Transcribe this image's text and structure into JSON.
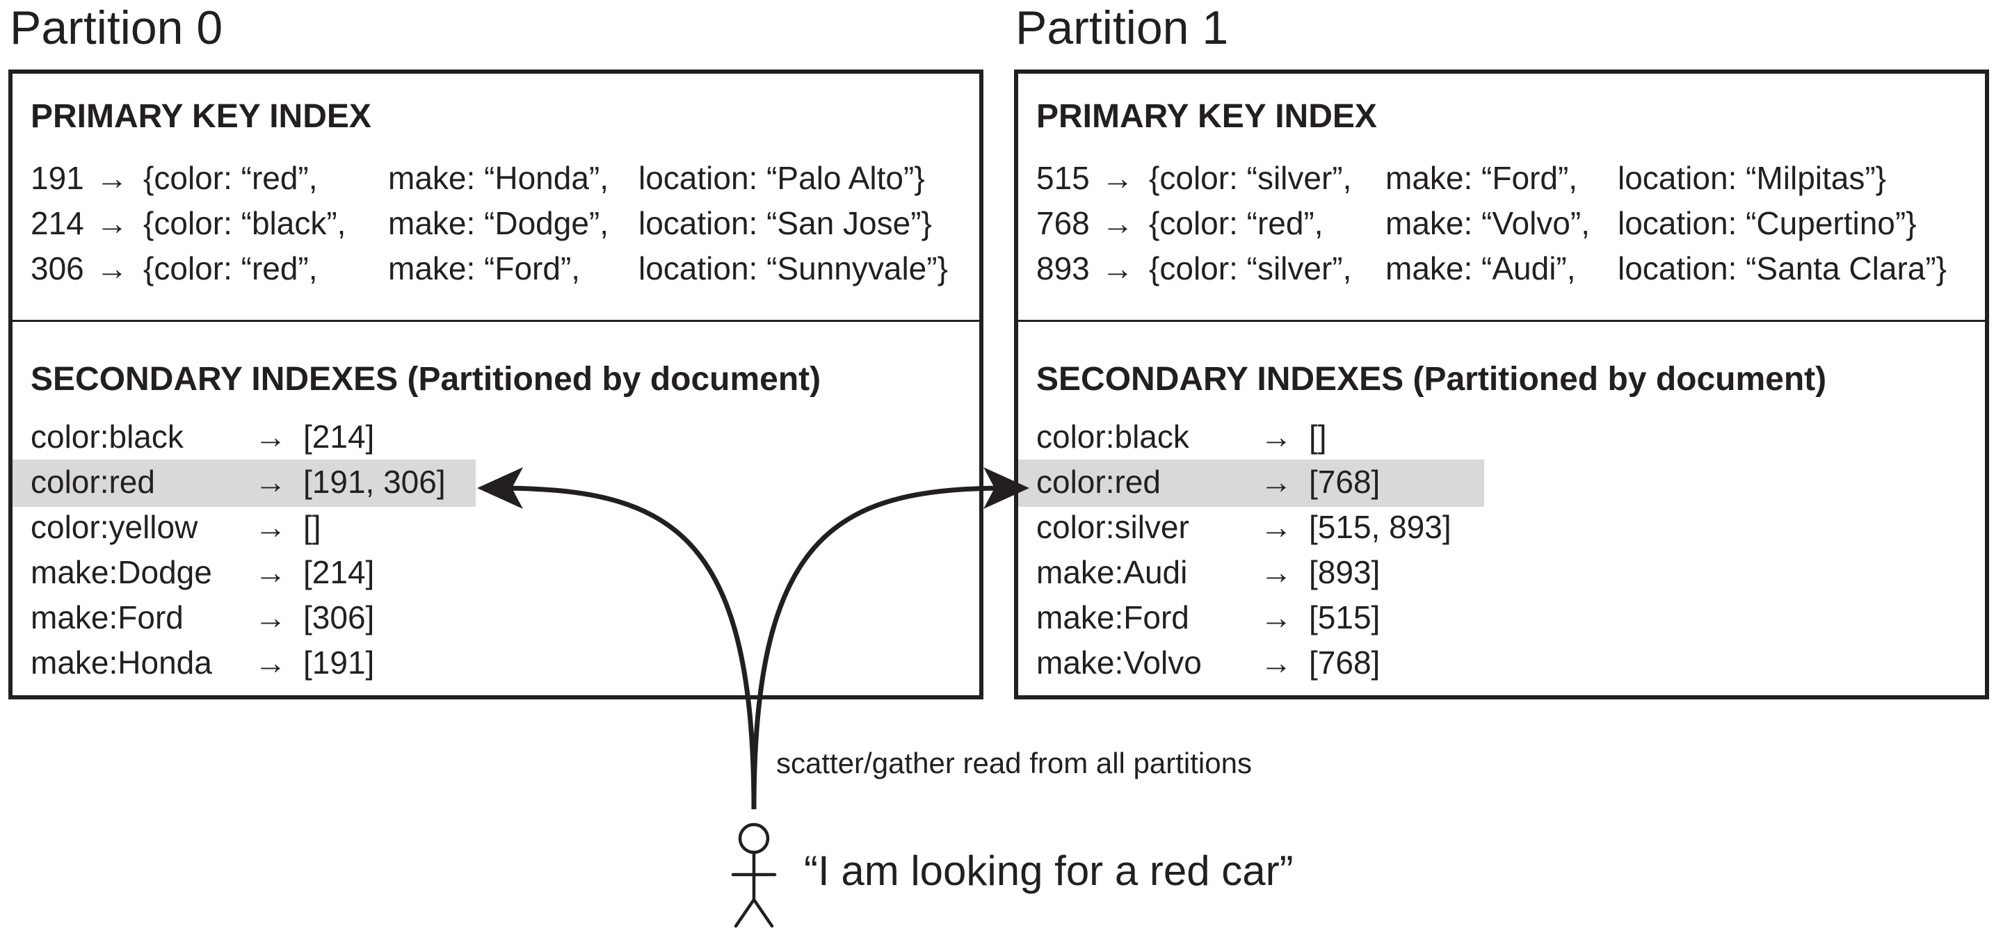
{
  "partitions": [
    {
      "title": "Partition 0",
      "primary_heading": "PRIMARY KEY INDEX",
      "primary_rows": [
        {
          "id": "191",
          "arrow": "→",
          "color": "{color: “red”,",
          "make": "make: “Honda”,",
          "location": "location: “Palo Alto”}"
        },
        {
          "id": "214",
          "arrow": "→",
          "color": "{color: “black”,",
          "make": "make: “Dodge”,",
          "location": "location: “San Jose”}"
        },
        {
          "id": "306",
          "arrow": "→",
          "color": "{color: “red”,",
          "make": "make: “Ford”,",
          "location": "location: “Sunnyvale”}"
        }
      ],
      "secondary_heading": "SECONDARY INDEXES (Partitioned by document)",
      "secondary_rows": [
        {
          "key": "color:black",
          "arrow": "→",
          "value": "[214]",
          "highlight": false
        },
        {
          "key": "color:red",
          "arrow": "→",
          "value": "[191, 306]",
          "highlight": true
        },
        {
          "key": "color:yellow",
          "arrow": "→",
          "value": "[]",
          "highlight": false
        },
        {
          "key": "make:Dodge",
          "arrow": "→",
          "value": "[214]",
          "highlight": false
        },
        {
          "key": "make:Ford",
          "arrow": "→",
          "value": "[306]",
          "highlight": false
        },
        {
          "key": "make:Honda",
          "arrow": "→",
          "value": "[191]",
          "highlight": false
        }
      ]
    },
    {
      "title": "Partition 1",
      "primary_heading": "PRIMARY KEY INDEX",
      "primary_rows": [
        {
          "id": "515",
          "arrow": "→",
          "color": "{color: “silver”,",
          "make": "make: “Ford”,",
          "location": "location: “Milpitas”}"
        },
        {
          "id": "768",
          "arrow": "→",
          "color": "{color: “red”,",
          "make": "make: “Volvo”,",
          "location": "location: “Cupertino”}"
        },
        {
          "id": "893",
          "arrow": "→",
          "color": "{color: “silver”,",
          "make": "make: “Audi”,",
          "location": "location: “Santa Clara”}"
        }
      ],
      "secondary_heading": "SECONDARY INDEXES (Partitioned by document)",
      "secondary_rows": [
        {
          "key": "color:black",
          "arrow": "→",
          "value": "[]",
          "highlight": false
        },
        {
          "key": "color:red",
          "arrow": "→",
          "value": "[768]",
          "highlight": true
        },
        {
          "key": "color:silver",
          "arrow": "→",
          "value": "[515, 893]",
          "highlight": false
        },
        {
          "key": "make:Audi",
          "arrow": "→",
          "value": "[893]",
          "highlight": false
        },
        {
          "key": "make:Ford",
          "arrow": "→",
          "value": "[515]",
          "highlight": false
        },
        {
          "key": "make:Volvo",
          "arrow": "→",
          "value": "[768]",
          "highlight": false
        }
      ]
    }
  ],
  "caption": "scatter/gather read from all partitions",
  "quote": "“I am looking for a red car”",
  "colors": {
    "ink": "#231f20",
    "highlight": "#d9d9d9",
    "background": "#ffffff"
  },
  "icons": {
    "user": "stick-figure-icon"
  }
}
